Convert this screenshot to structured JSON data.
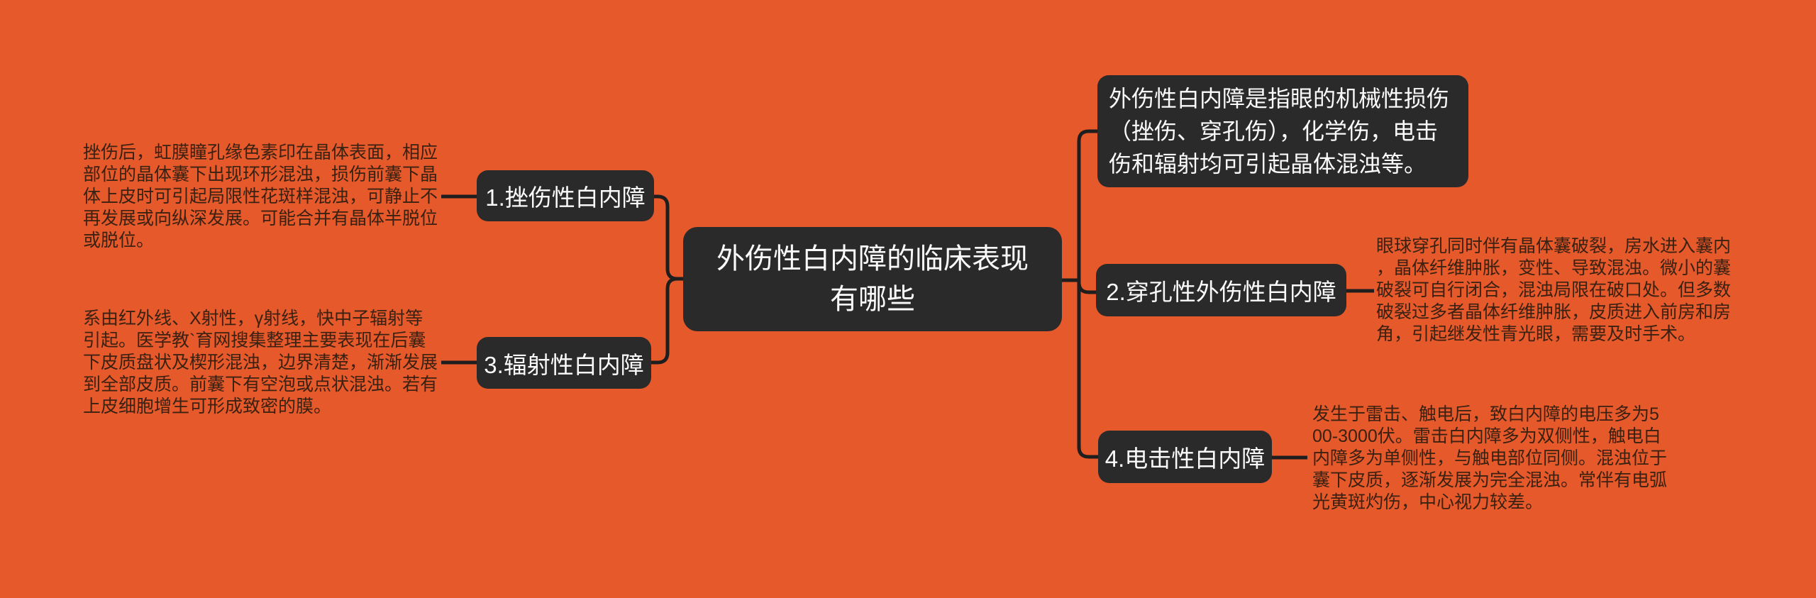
{
  "theme": {
    "bg": "#E5592B",
    "box-bg": "#2A2A2A",
    "box-text": "#FAFAFA",
    "line": "#1E1E1E",
    "note-text": "#3A2112"
  },
  "root": {
    "label": "外伤性白内障的临床表现\n有哪些"
  },
  "top_note": {
    "text": "外伤性白内障是指眼的机械性损伤\n（挫伤、穿孔伤），化学伤，电击\n伤和辐射均可引起晶体混浊等。"
  },
  "branches": [
    {
      "id": "1",
      "label": "1.挫伤性白内障",
      "side": "left",
      "note": "挫伤后，虹膜瞳孔缘色素印在晶体表面，相应\n部位的晶体囊下出现环形混浊，损伤前囊下晶\n体上皮时可引起局限性花斑样混浊，可静止不\n再发展或向纵深发展。可能合并有晶体半脱位\n或脱位。"
    },
    {
      "id": "2",
      "label": "2.穿孔性外伤性白内障",
      "side": "right",
      "note": "眼球穿孔同时伴有晶体囊破裂，房水进入囊内\n，晶体纤维肿胀，变性、导致混浊。微小的囊\n破裂可自行闭合，混浊局限在破口处。但多数\n破裂过多者晶体纤维肿胀，皮质进入前房和房\n角，引起继发性青光眼，需要及时手术。"
    },
    {
      "id": "3",
      "label": "3.辐射性白内障",
      "side": "left",
      "note": "系由红外线、X射性，γ射线，快中子辐射等\n引起。医学教`育网搜集整理主要表现在后囊\n下皮质盘状及楔形混浊，边界清楚，渐渐发展\n到全部皮质。前囊下有空泡或点状混浊。若有\n上皮细胞增生可形成致密的膜。"
    },
    {
      "id": "4",
      "label": "4.电击性白内障",
      "side": "right",
      "note": "发生于雷击、触电后，致白内障的电压多为5\n00-3000伏。雷击白内障多为双侧性，触电白\n内障多为单侧性，与触电部位同侧。混浊位于\n囊下皮质，逐渐发展为完全混浊。常伴有电弧\n光黄斑灼伤，中心视力较差。"
    }
  ]
}
